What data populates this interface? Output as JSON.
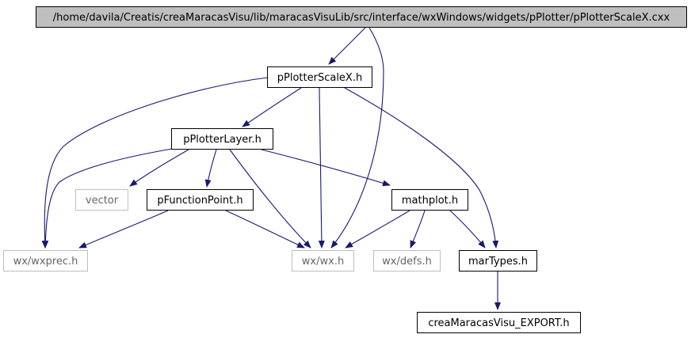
{
  "nodes": [
    {
      "id": "root",
      "label": "/home/davila/Creatis/creaMaracasVisu/lib/maracasVisuLib/src/interface/wxWindows/widgets/pPlotter/pPlotterScaleX.cxx",
      "style": "root"
    },
    {
      "id": "scalex_h",
      "label": "pPlotterScaleX.h",
      "style": "normal"
    },
    {
      "id": "layer_h",
      "label": "pPlotterLayer.h",
      "style": "normal"
    },
    {
      "id": "vector",
      "label": "vector",
      "style": "external"
    },
    {
      "id": "funcpoint_h",
      "label": "pFunctionPoint.h",
      "style": "normal"
    },
    {
      "id": "mathplot_h",
      "label": "mathplot.h",
      "style": "normal"
    },
    {
      "id": "wxprec_h",
      "label": "wx/wxprec.h",
      "style": "external"
    },
    {
      "id": "wx_h",
      "label": "wx/wx.h",
      "style": "external"
    },
    {
      "id": "defs_h",
      "label": "wx/defs.h",
      "style": "external"
    },
    {
      "id": "martypes_h",
      "label": "marTypes.h",
      "style": "normal"
    },
    {
      "id": "export_h",
      "label": "creaMaracasVisu_EXPORT.h",
      "style": "normal"
    }
  ],
  "edges": [
    {
      "from": "root",
      "to": "scalex_h"
    },
    {
      "from": "root",
      "to": "wx_h"
    },
    {
      "from": "scalex_h",
      "to": "layer_h"
    },
    {
      "from": "scalex_h",
      "to": "wxprec_h"
    },
    {
      "from": "scalex_h",
      "to": "wx_h"
    },
    {
      "from": "scalex_h",
      "to": "martypes_h"
    },
    {
      "from": "layer_h",
      "to": "vector"
    },
    {
      "from": "layer_h",
      "to": "funcpoint_h"
    },
    {
      "from": "layer_h",
      "to": "mathplot_h"
    },
    {
      "from": "layer_h",
      "to": "wxprec_h"
    },
    {
      "from": "layer_h",
      "to": "wx_h"
    },
    {
      "from": "funcpoint_h",
      "to": "wxprec_h"
    },
    {
      "from": "funcpoint_h",
      "to": "wx_h"
    },
    {
      "from": "mathplot_h",
      "to": "wx_h"
    },
    {
      "from": "mathplot_h",
      "to": "defs_h"
    },
    {
      "from": "mathplot_h",
      "to": "martypes_h"
    },
    {
      "from": "martypes_h",
      "to": "export_h"
    }
  ],
  "colors": {
    "edge": "#191970",
    "root_fill": "#bfbfbf",
    "node_border": "#000000",
    "external_border": "#bfbfbf",
    "external_text": "#666666",
    "text": "#000000"
  }
}
